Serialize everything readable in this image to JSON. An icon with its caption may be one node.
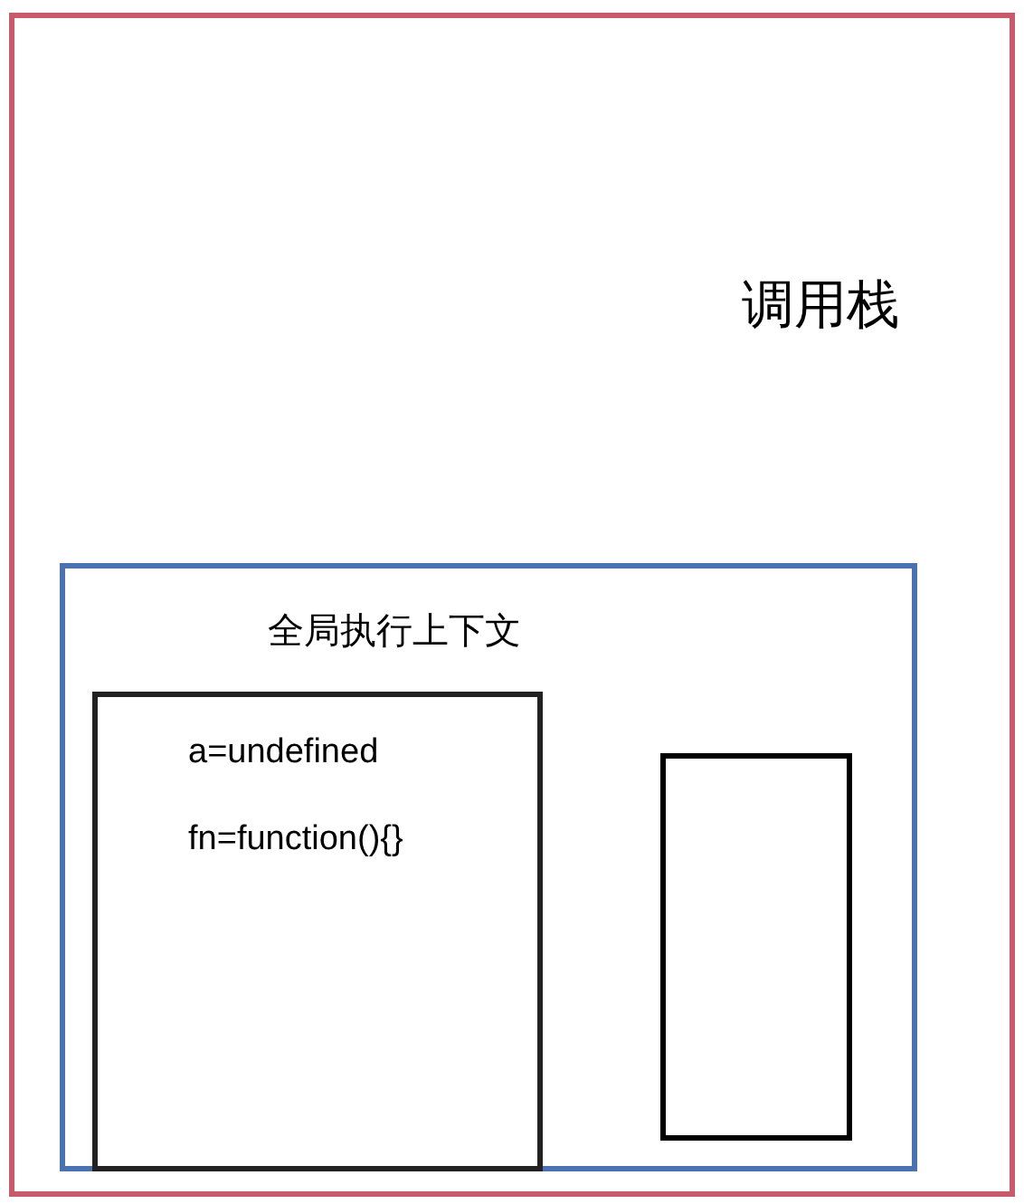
{
  "diagram": {
    "nodes": [
      {
        "text": [
          "调用栈"
        ]
      },
      {
        "text": [
          "全局执行上下文"
        ],
        "in": 0
      },
      {
        "text": [
          "a=undefined",
          "fn=function(){}"
        ],
        "in": 1
      },
      {
        "text": [],
        "shape": "box",
        "in": 1
      }
    ]
  }
}
